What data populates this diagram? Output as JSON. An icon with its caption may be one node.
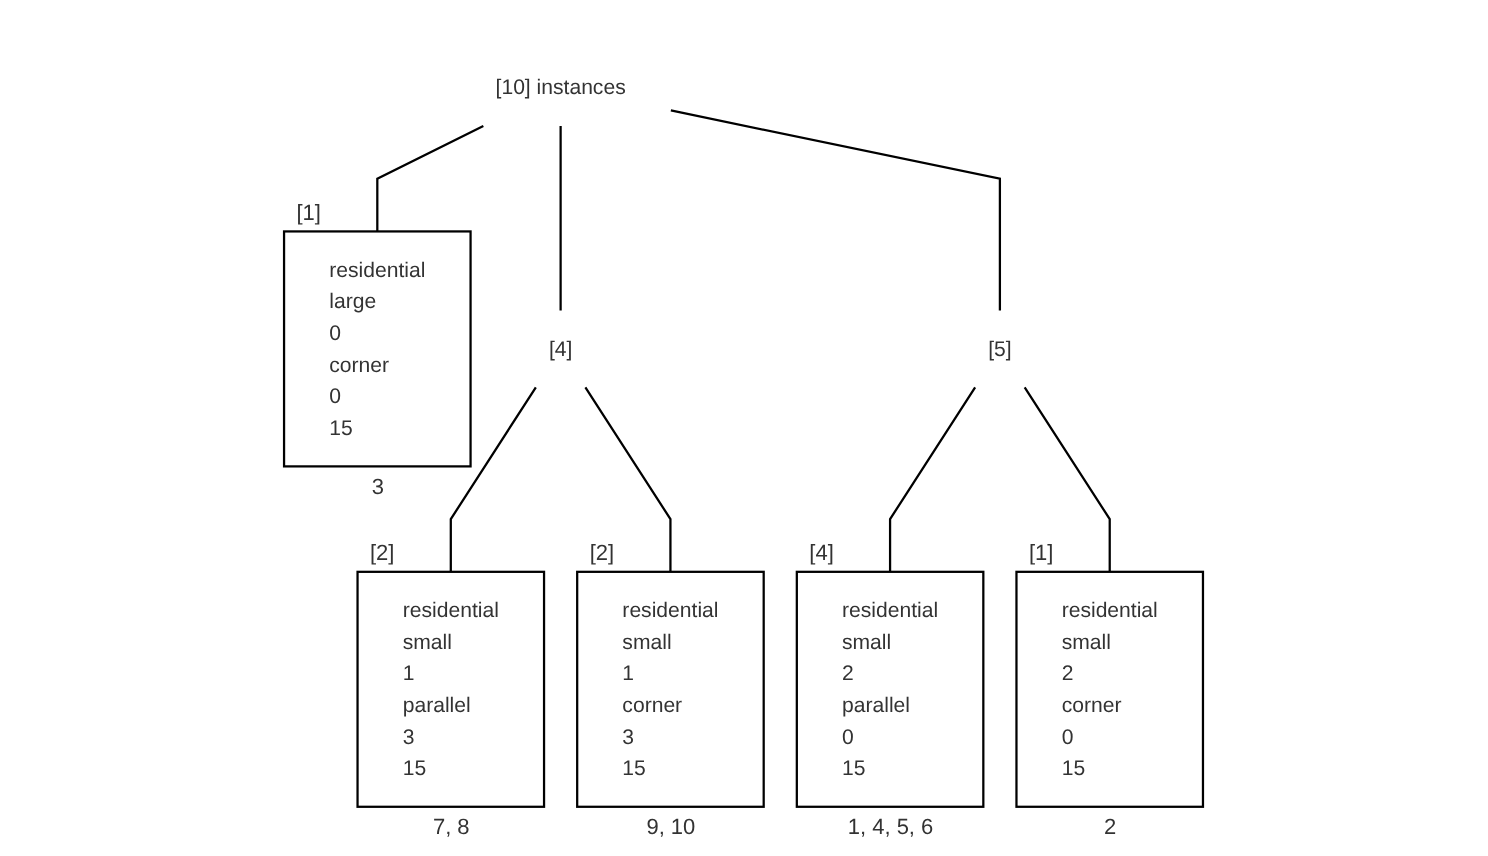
{
  "diagram": {
    "nodes": [
      {
        "text": [
          "[10] instances"
        ]
      },
      {
        "text": [
          "[1]",
          "residential",
          "large",
          "0",
          "corner",
          "0",
          "15"
        ],
        "beside": [
          "3"
        ]
      },
      {
        "text": [
          "[4]"
        ]
      },
      {
        "text": [
          "[2]",
          "residential",
          "small",
          "1",
          "parallel",
          "3",
          "15"
        ],
        "beside": [
          "7, 8"
        ]
      },
      {
        "text": [
          "[2]",
          "residential",
          "small",
          "1",
          "corner",
          "3",
          "15"
        ],
        "beside": [
          "9, 10"
        ]
      },
      {
        "text": [
          "[5]"
        ]
      },
      {
        "text": [
          "[4]",
          "residential",
          "small",
          "2",
          "parallel",
          "0",
          "15"
        ],
        "beside": [
          "1, 4, 5, 6"
        ]
      },
      {
        "text": [
          "[1]",
          "residential",
          "small",
          "2",
          "corner",
          "0",
          "15"
        ],
        "beside": [
          "2"
        ]
      }
    ],
    "edges": [
      {
        "from": 0,
        "to": 1,
        "arrow": "none"
      },
      {
        "from": 0,
        "to": 2,
        "arrow": "none"
      },
      {
        "from": 0,
        "to": 5,
        "arrow": "none"
      },
      {
        "from": 2,
        "to": 3,
        "arrow": "none"
      },
      {
        "from": 2,
        "to": 4,
        "arrow": "none"
      },
      {
        "from": 5,
        "to": 6,
        "arrow": "none"
      },
      {
        "from": 5,
        "to": 7,
        "arrow": "none"
      }
    ]
  }
}
